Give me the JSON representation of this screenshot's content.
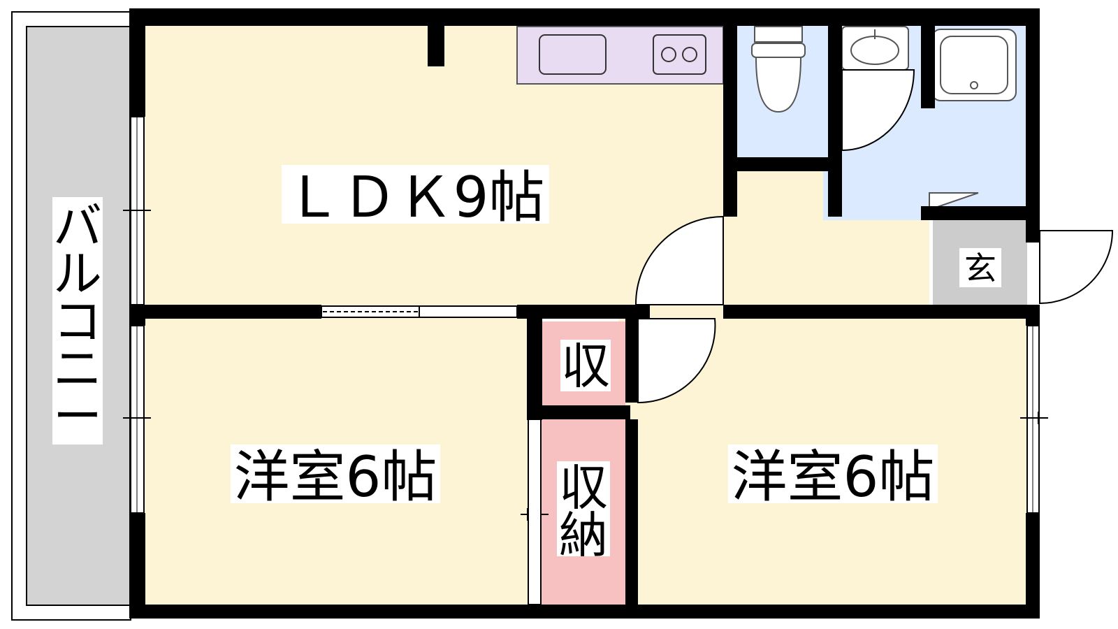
{
  "floor_plan": {
    "rooms": {
      "ldk": "ＬＤＫ9帖",
      "western_left": "洋室6帖",
      "western_right": "洋室6帖",
      "closet_small": "収",
      "closet_tall_top": "収",
      "closet_tall_bottom": "納",
      "entrance": "玄",
      "balcony": [
        "バ",
        "ル",
        "コ",
        "ニ",
        "ー"
      ]
    },
    "colors": {
      "room_fill": "#fdf3d5",
      "wet_area_fill": "#dbeaff",
      "kitchen_fill": "#e8dcf3",
      "storage_fill": "#f7c1c1",
      "balcony_fill": "#d3d3d3",
      "entrance_fill": "#cccccc",
      "wall": "#000000"
    }
  }
}
